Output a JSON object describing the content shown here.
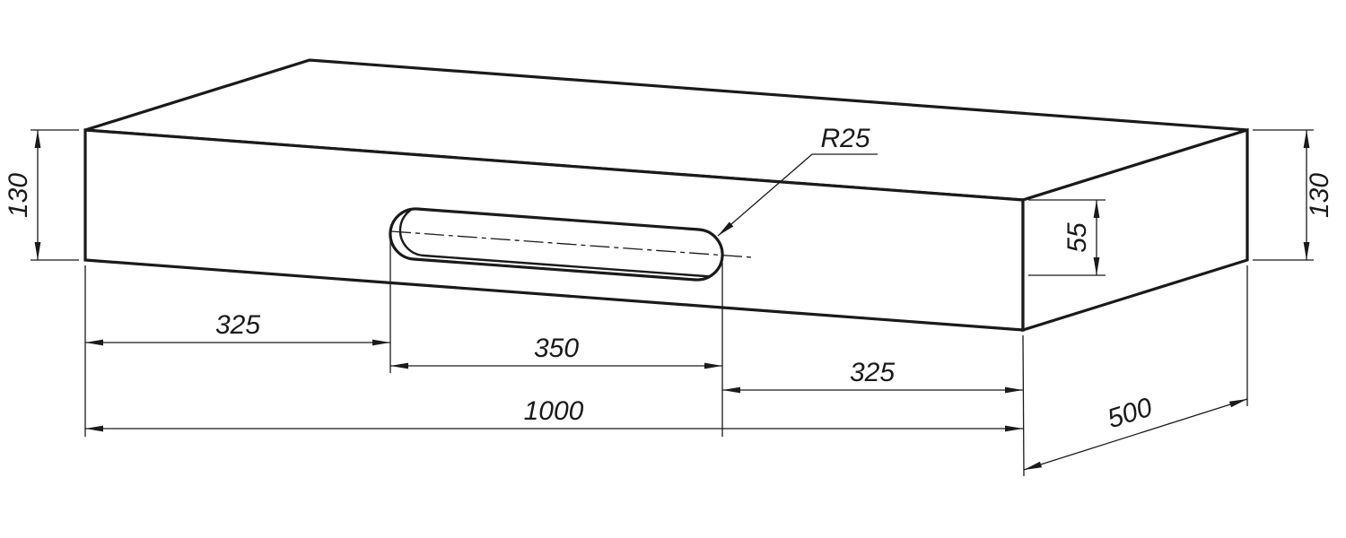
{
  "dims": {
    "height_left": "130",
    "height_right": "130",
    "slot_offset_from_top": "55",
    "offset_left": "325",
    "slot_length": "350",
    "offset_right": "325",
    "overall_length": "1000",
    "overall_width": "500",
    "slot_radius": "R25"
  },
  "colors": {
    "line": "#1a1a1a",
    "background": "#ffffff"
  }
}
